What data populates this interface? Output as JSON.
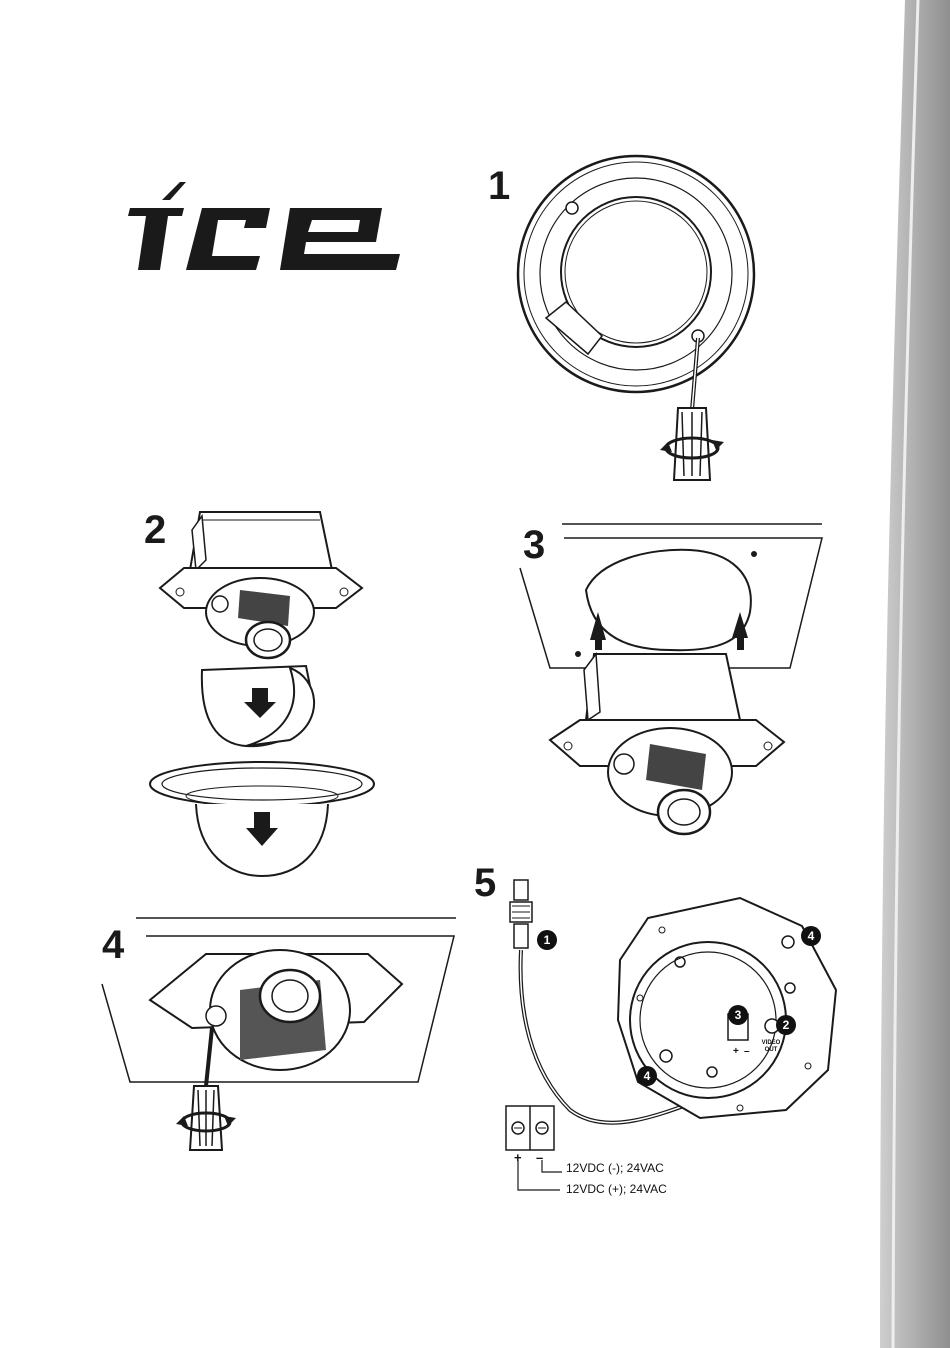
{
  "brand": {
    "logo_text": "ice"
  },
  "steps": [
    {
      "number": "1"
    },
    {
      "number": "2"
    },
    {
      "number": "3"
    },
    {
      "number": "4"
    },
    {
      "number": "5"
    }
  ],
  "wiring": {
    "callouts": [
      "1",
      "2",
      "3",
      "4",
      "4"
    ],
    "terminal_plus": "+",
    "terminal_minus": "–",
    "block_plus": "+",
    "block_minus": "–",
    "video_out": "VIDEO OUT",
    "label_negative": "12VDC (-); 24VAC",
    "label_positive": "12VDC (+); 24VAC"
  },
  "colors": {
    "accent_strip": "#9a9a9a",
    "line": "#1a1a1a"
  }
}
